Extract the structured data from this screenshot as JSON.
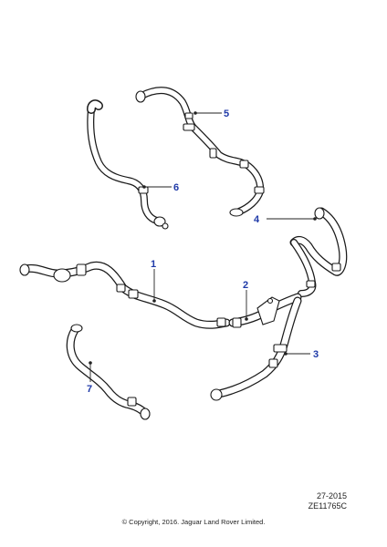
{
  "callouts": {
    "c1": "1",
    "c2": "2",
    "c3": "3",
    "c4": "4",
    "c5": "5",
    "c6": "6",
    "c7": "7"
  },
  "footer": {
    "ref_code": "27-2015",
    "drawing_id": "ZE11765C",
    "copyright": "© Copyright, 2016. Jaguar Land Rover Limited."
  },
  "colors": {
    "callout": "#1f3aa8",
    "line": "#1a1a1a",
    "background": "#ffffff"
  }
}
